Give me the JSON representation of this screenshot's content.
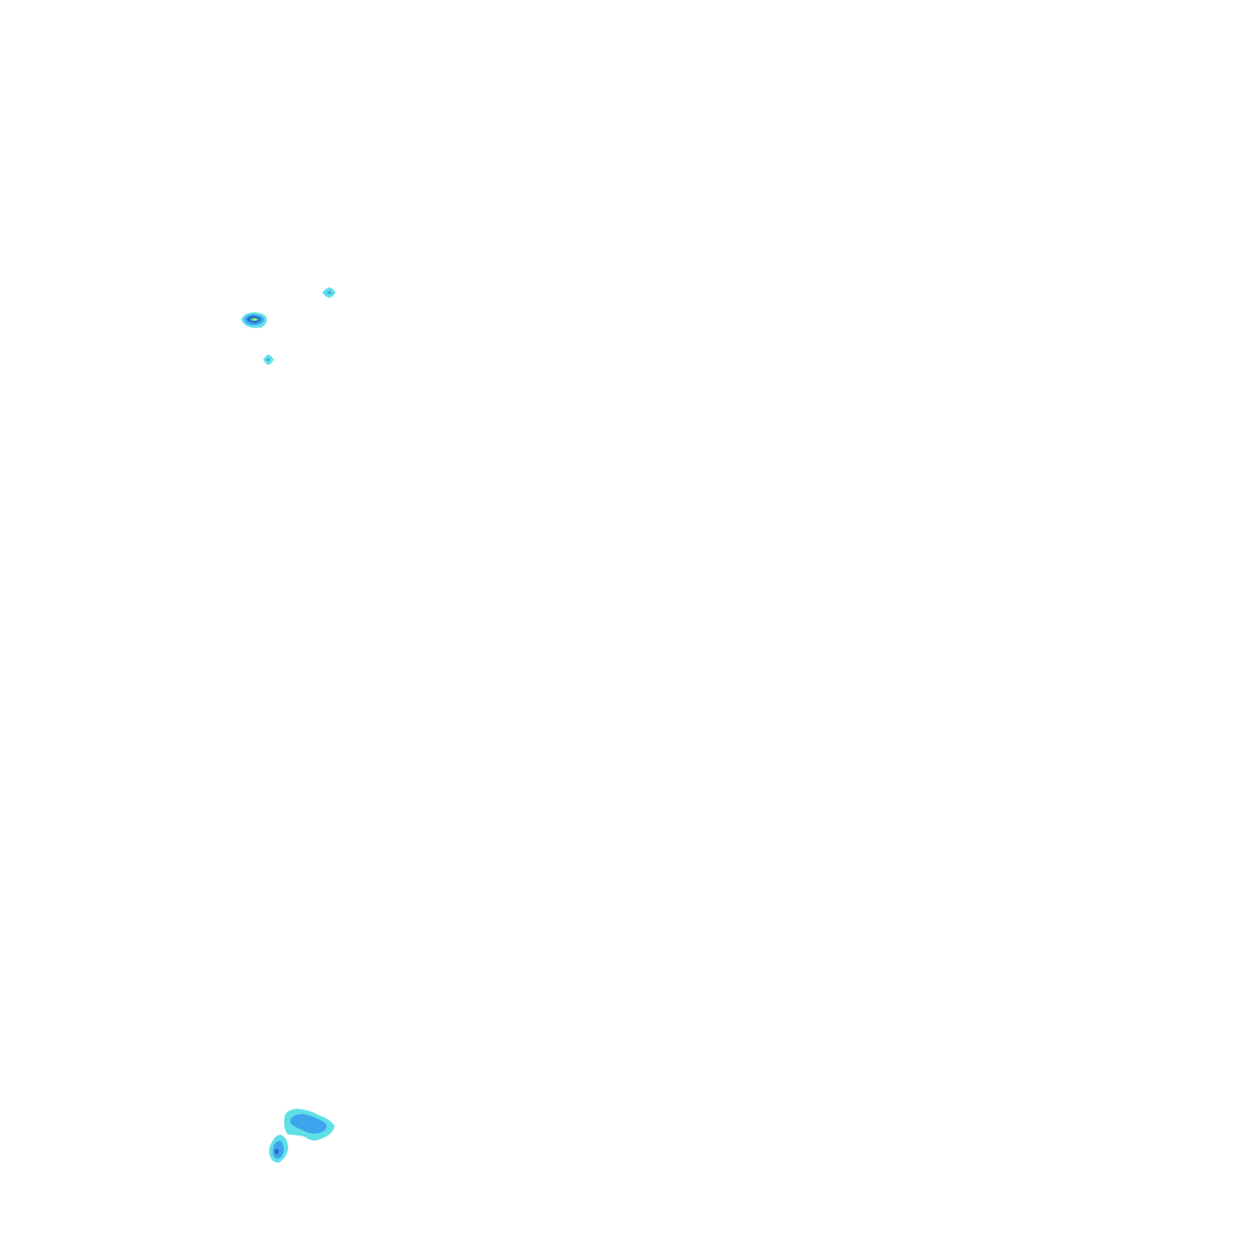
{
  "map": {
    "palette": {
      "background": "#ffffff",
      "level_1": "#5ee0e6",
      "level_2": "#3fa4ee",
      "level_3": "#2a5fd0",
      "level_4": "#33cc99",
      "level_5": "#e8e84a"
    },
    "features": [
      {
        "name": "echo-cell-small-north-east",
        "levels": [
          "level_1",
          "level_2"
        ]
      },
      {
        "name": "echo-cell-north-west",
        "levels": [
          "level_1",
          "level_2",
          "level_3",
          "level_4",
          "level_5"
        ]
      },
      {
        "name": "echo-cell-small-north",
        "levels": [
          "level_1",
          "level_2"
        ]
      },
      {
        "name": "echo-cell-south-large",
        "levels": [
          "level_1",
          "level_2"
        ]
      },
      {
        "name": "echo-cell-south-small",
        "levels": [
          "level_1",
          "level_2",
          "level_3"
        ]
      }
    ]
  }
}
